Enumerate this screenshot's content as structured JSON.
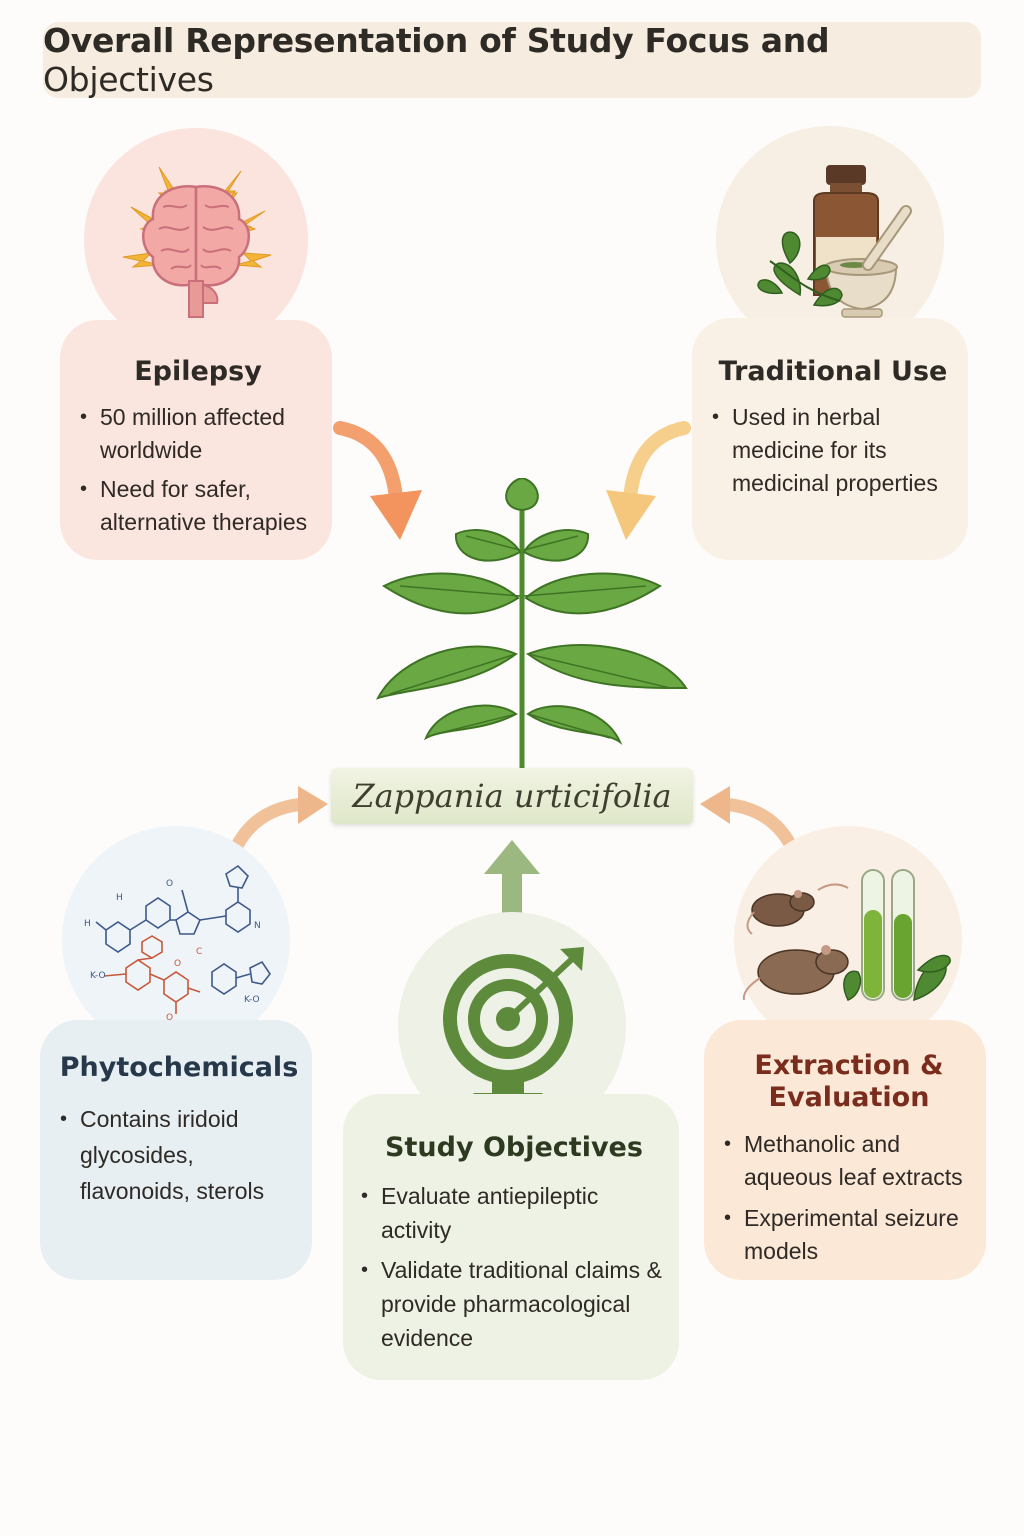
{
  "title": {
    "main": "Overall Representation of Study Focus and",
    "tail": "Objectives"
  },
  "center": {
    "label": "Zappania urticifolia"
  },
  "epilepsy": {
    "heading": "Epilepsy",
    "bullets": [
      "50 million affected worldwide",
      "Need for safer, alternative therapies"
    ],
    "icon": "brain-icon"
  },
  "traditional": {
    "heading": "Traditional Use",
    "bullets": [
      "Used in herbal medicine for its medicinal properties"
    ],
    "icon": "mortar-bottle-icon"
  },
  "phytochemicals": {
    "heading": "Phytochemicals",
    "bullets": [
      "Contains iridoid glycosides, flavonoids, sterols"
    ],
    "icon": "molecule-icon"
  },
  "study": {
    "heading": "Study Objectives",
    "bullets": [
      "Evaluate antiepileptic activity",
      "Validate traditional claims & provide pharmacological evidence"
    ],
    "icon": "target-icon"
  },
  "extraction": {
    "heading": "Extraction & Evaluation",
    "bullets": [
      "Methanolic and aqueous leaf extracts",
      "Experimental seizure models"
    ],
    "icon": "rats-test-tubes-icon"
  },
  "colors": {
    "epilepsy": "#fbe5df",
    "traditional": "#faf1e6",
    "phytochemicals": "#e7eff3",
    "study": "#eef2e4",
    "extraction": "#fbe8d6",
    "plant_green": "#5d9a3a"
  }
}
